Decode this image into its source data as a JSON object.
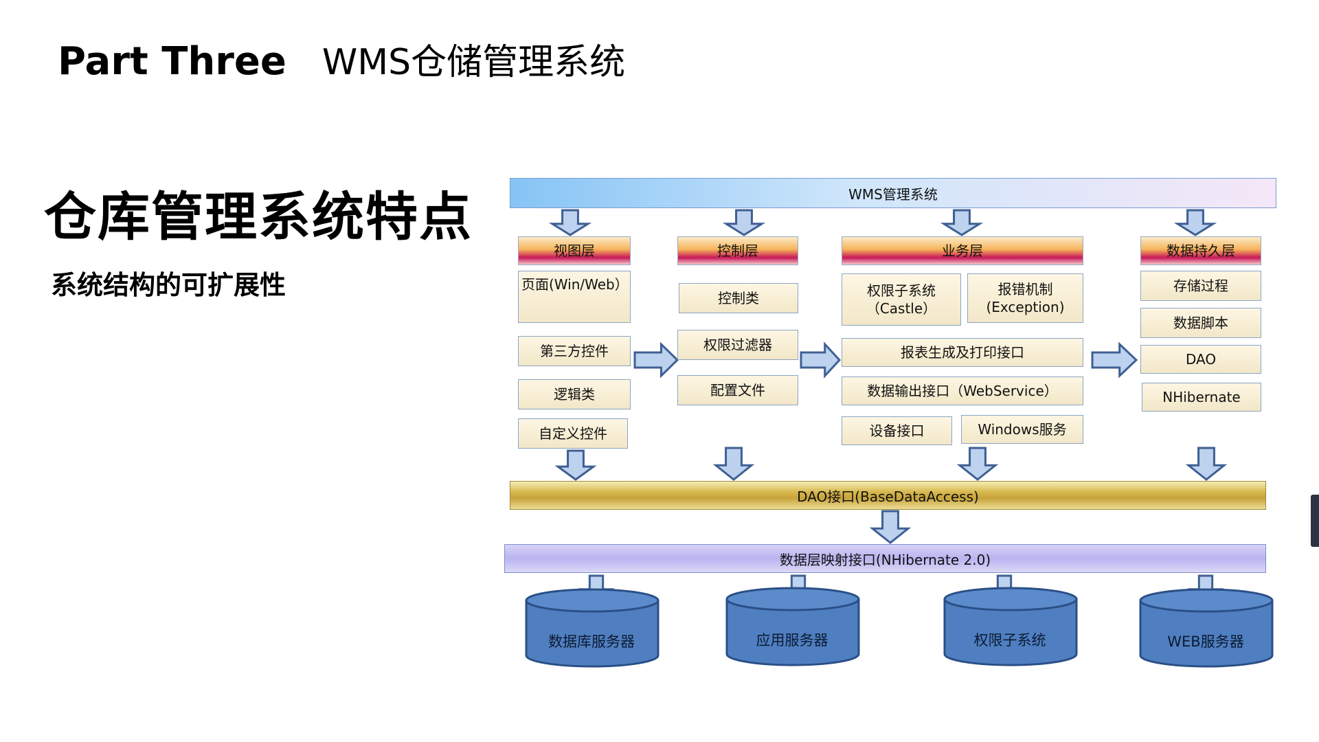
{
  "title": {
    "part": "Part Three",
    "subtitle": "WMS仓储管理系统"
  },
  "heading": "仓库管理系统特点",
  "subheading": "系统结构的可扩展性",
  "diagram": {
    "top_band": "WMS管理系统",
    "layers": {
      "view": {
        "header": "视图层",
        "items": [
          "页面(Win/Web）",
          "第三方控件",
          "逻辑类",
          "自定义控件"
        ]
      },
      "control": {
        "header": "控制层",
        "items": [
          "控制类",
          "权限过滤器",
          "配置文件"
        ]
      },
      "business": {
        "header": "业务层",
        "permission_line1": "权限子系统",
        "permission_line2": "（Castle）",
        "error_line1": "报错机制",
        "error_line2": "(Exception)",
        "report": "报表生成及打印接口",
        "data_output": "数据输出接口（WebService）",
        "device": "设备接口",
        "windows_service": "Windows服务"
      },
      "persistence": {
        "header": "数据持久层",
        "items": [
          "存储过程",
          "数据脚本",
          "DAO",
          "NHibernate"
        ]
      }
    },
    "dao_band": "DAO接口(BaseDataAccess)",
    "mapping_band": "数据层映射接口(NHibernate 2.0)",
    "servers": [
      "数据库服务器",
      "应用服务器",
      "权限子系统",
      "WEB服务器"
    ],
    "colors": {
      "arrow_fill": "#bcd2ee",
      "arrow_stroke": "#3f5f93",
      "cylinder_fill": "#4f7fc0",
      "cylinder_stroke": "#2a4f86"
    }
  }
}
